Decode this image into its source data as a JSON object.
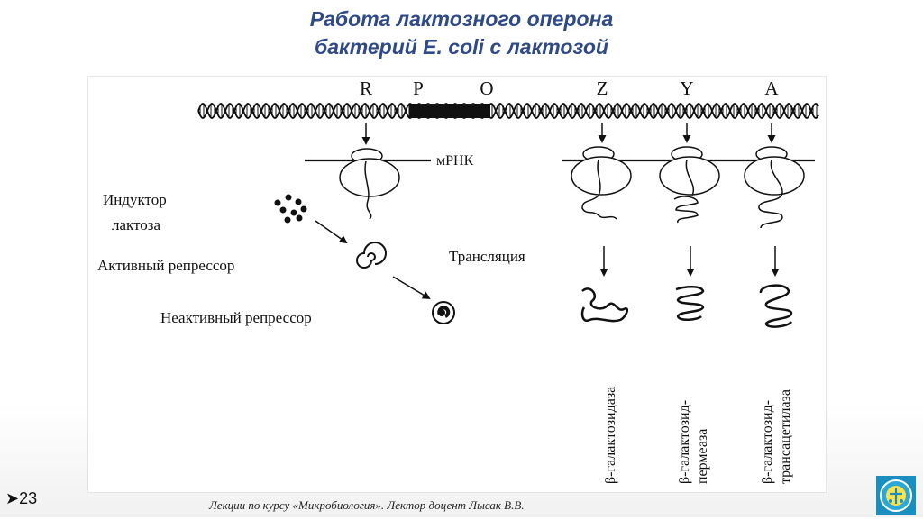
{
  "title": {
    "line1": "Работа лактозного оперона",
    "line2": "бактерий E. coli с лактозой"
  },
  "diagram": {
    "genes": [
      "R",
      "P",
      "O",
      "Z",
      "Y",
      "A"
    ],
    "mrna_label": "мРНК",
    "inducer_line1": "Индуктор",
    "inducer_line2": "лактоза",
    "active_repressor": "Активный репрессор",
    "inactive_repressor": "Неактивный репрессор",
    "translation": "Трансляция",
    "enzymes": [
      {
        "line1": "β-галактозидаза",
        "line2": ""
      },
      {
        "line1": "β-галактозид-",
        "line2": "пермеаза"
      },
      {
        "line1": "β-галактозид-",
        "line2": "трансацетилаза"
      }
    ]
  },
  "footer": {
    "slide_number": "➤23",
    "lecture": "Лекции по курсу «Микробиология». Лектор доцент Лысак В.В."
  },
  "colors": {
    "title": "#2f4a86",
    "logo": "#1a8fbf"
  },
  "logo": {
    "icon": "university-emblem-icon"
  }
}
